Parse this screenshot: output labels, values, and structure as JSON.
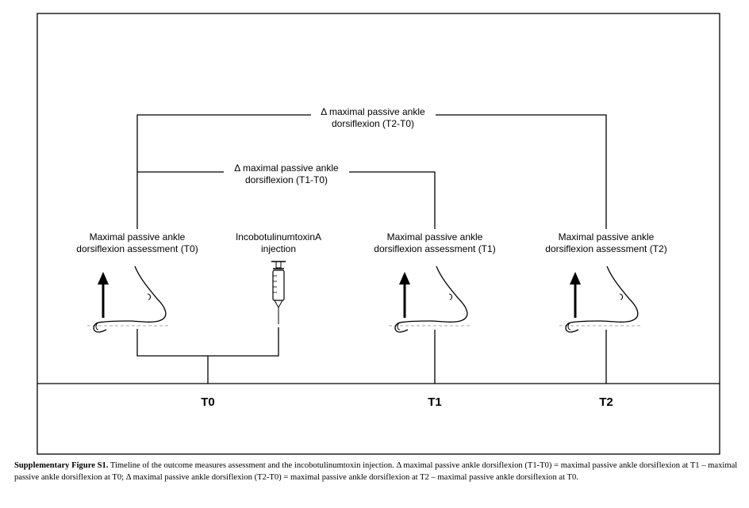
{
  "labels": {
    "delta_t2_line1": "Δ maximal passive ankle",
    "delta_t2_line2": "dorsiflexion (T2-T0)",
    "delta_t1_line1": "Δ maximal passive ankle",
    "delta_t1_line2": "dorsiflexion (T1-T0)",
    "assess_t0_line1": "Maximal passive ankle",
    "assess_t0_line2": "dorsiflexion assessment (T0)",
    "injection_line1": "IncobotulinumtoxinA",
    "injection_line2": "injection",
    "assess_t1_line1": "Maximal passive ankle",
    "assess_t1_line2": "dorsiflexion assessment (T1)",
    "assess_t2_line1": "Maximal passive ankle",
    "assess_t2_line2": "dorsiflexion assessment (T2)"
  },
  "timepoints": [
    "T0",
    "T1",
    "T2"
  ],
  "icons": {
    "foot": "foot-with-upward-arrow-icon",
    "syringe": "syringe-icon"
  },
  "caption": {
    "bold": "Supplementary Figure S1.",
    "text": " Timeline of the outcome measures assessment and the incobotulinumtoxin injection. Δ maximal passive ankle dorsiflexion (T1-T0) = maximal passive ankle dorsiflexion at T1 – maximal passive ankle dorsiflexion at T0; Δ maximal passive ankle dorsiflexion (T2-T0) = maximal passive ankle dorsiflexion at T2 – maximal passive ankle dorsiflexion at T0."
  }
}
